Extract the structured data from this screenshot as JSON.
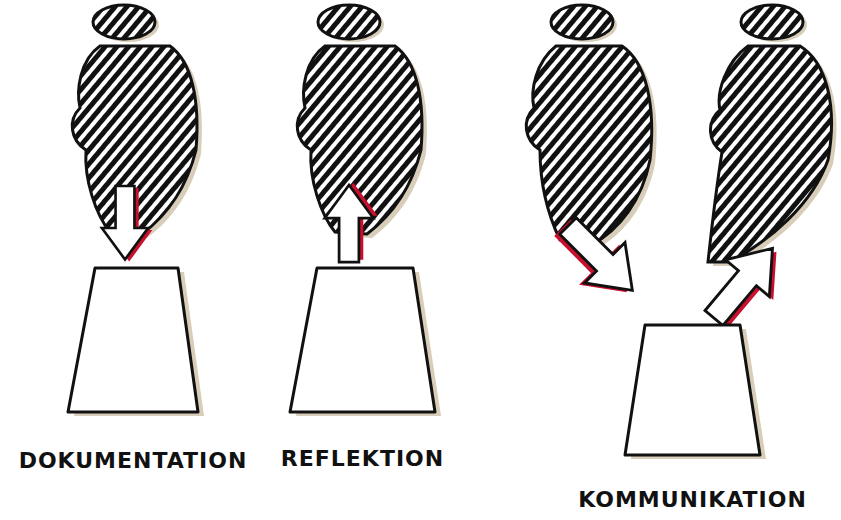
{
  "diagram": {
    "nodes": [
      {
        "text": [
          "DOKUMENTATION"
        ]
      },
      {
        "text": [
          "REFLEKTION"
        ]
      },
      {
        "text": [
          "KOMMUNIKATION"
        ]
      }
    ]
  }
}
